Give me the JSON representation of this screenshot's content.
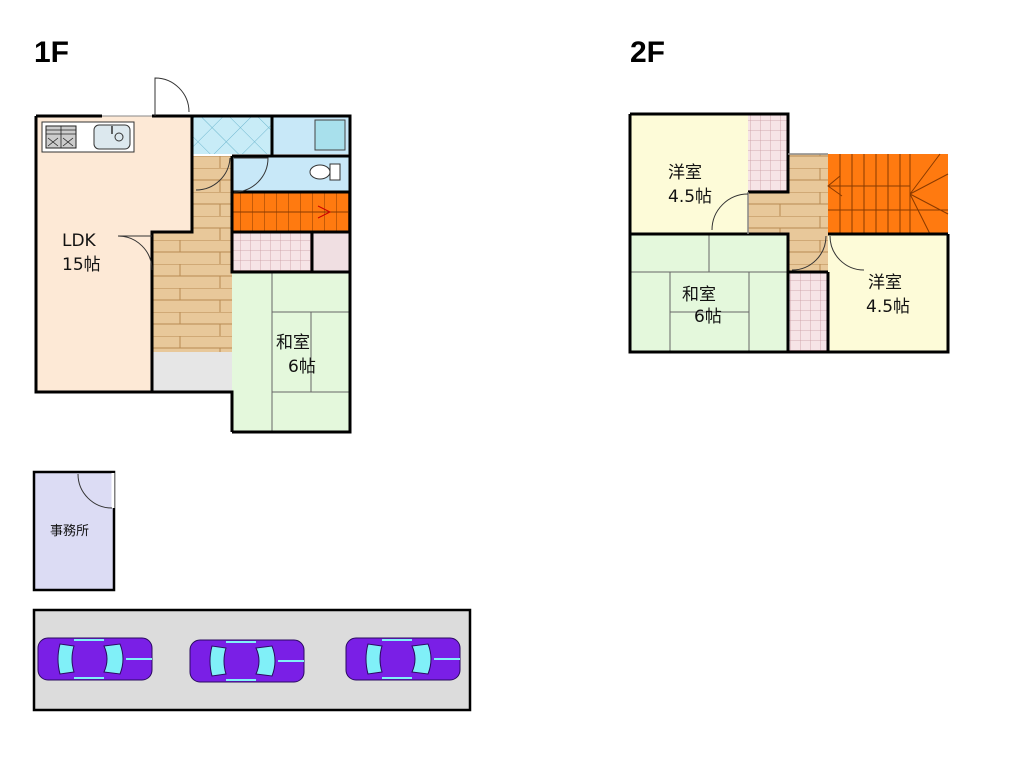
{
  "floors": {
    "first": {
      "label": "1F",
      "rooms": {
        "ldk": {
          "name": "LDK",
          "size": "15帖"
        },
        "washitsu": {
          "name": "和室",
          "size": "6帖"
        }
      }
    },
    "second": {
      "label": "2F",
      "rooms": {
        "yoshitsu_top": {
          "name": "洋室",
          "size": "4.5帖"
        },
        "washitsu": {
          "name": "和室",
          "size": "6帖"
        },
        "yoshitsu_right": {
          "name": "洋室",
          "size": "4.5帖"
        }
      }
    }
  },
  "outbuilding": {
    "name": "事務所"
  },
  "parking": {
    "car_count": "3"
  },
  "colors": {
    "ldk": "#fde9d6",
    "corridor": "#e8c89a",
    "bath_tile": "#c8ecf7",
    "toilet": "#c8e8f8",
    "stairs": "#ff7a10",
    "closet": "#f6e4e6",
    "washitsu": "#e4f8dc",
    "yoshitsu": "#fdfbd8",
    "office": "#dcdcf4",
    "parking": "#dcdcdc",
    "car_body": "#7a1fe6",
    "car_glass": "#80f0f8",
    "storage": "#e6e6e6"
  }
}
